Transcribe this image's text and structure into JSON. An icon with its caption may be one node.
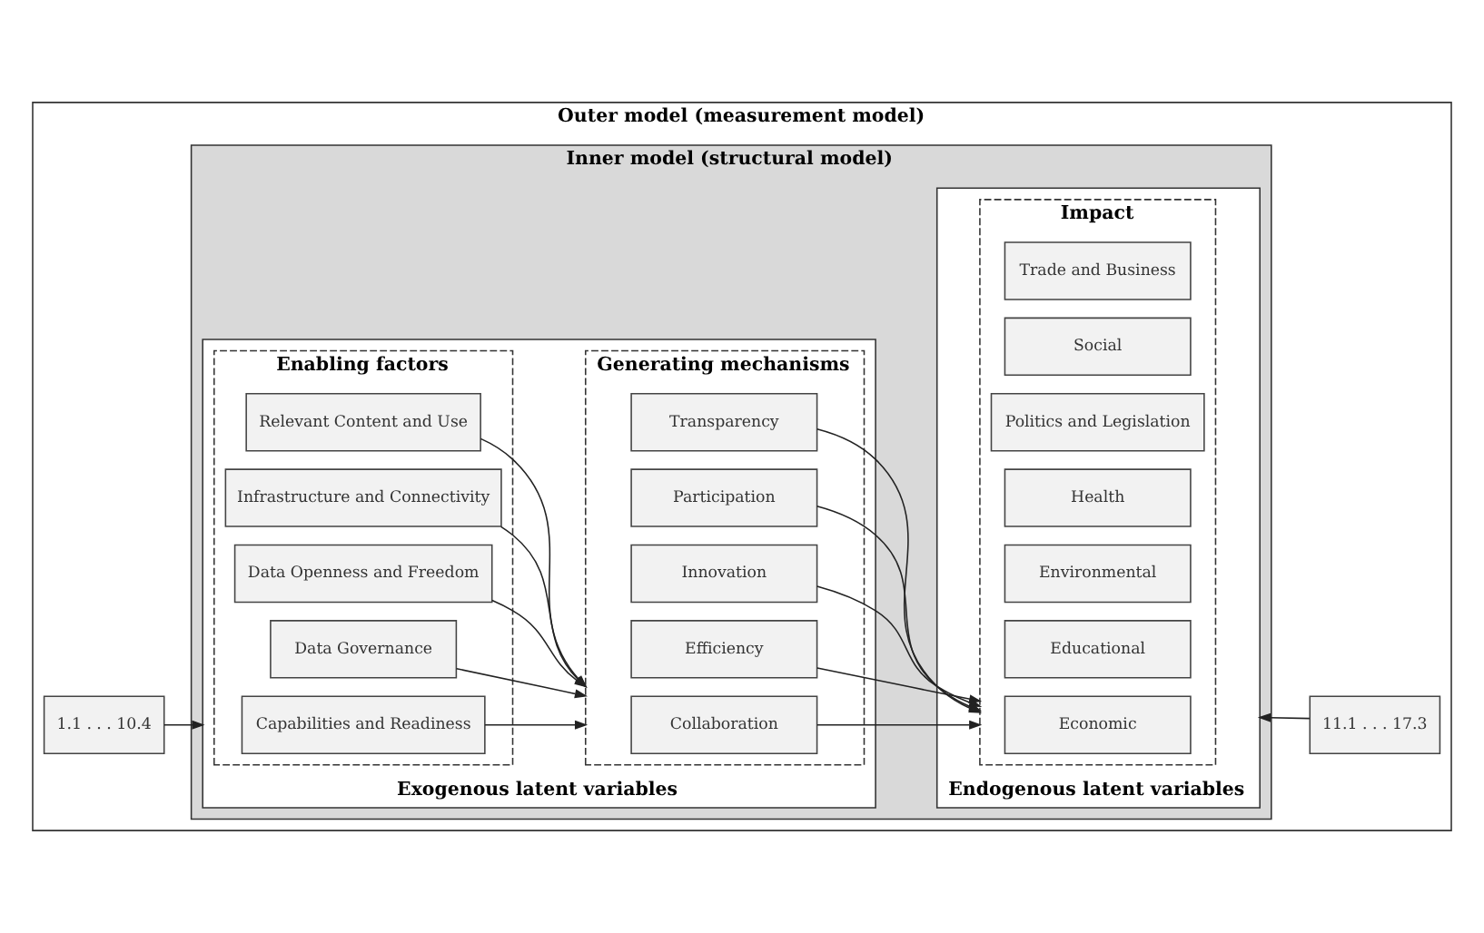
{
  "diagram": {
    "nodes": [
      {
        "text": [
          "Outer model (measurement model)"
        ]
      },
      {
        "text": [
          "Inner model (structural model)"
        ],
        "in": 0
      },
      {
        "text": [
          "Exogenous latent variables"
        ],
        "in": 1
      },
      {
        "text": [
          "Enabling factors"
        ],
        "in": 2
      },
      {
        "text": [
          "Capabilities and Readiness"
        ],
        "in": 3
      },
      {
        "text": [
          "Data Governance"
        ],
        "in": 3
      },
      {
        "text": [
          "Data Openness and Freedom"
        ],
        "in": 3
      },
      {
        "text": [
          "Infrastructure and Connectivity"
        ],
        "in": 3
      },
      {
        "text": [
          "Relevant Content and Use"
        ],
        "in": 3
      },
      {
        "text": [
          "Generating mechanisms"
        ],
        "in": 2
      },
      {
        "text": [
          "Collaboration"
        ],
        "in": 9
      },
      {
        "text": [
          "Efficiency"
        ],
        "in": 9
      },
      {
        "text": [
          "Innovation"
        ],
        "in": 9
      },
      {
        "text": [
          "Participation"
        ],
        "in": 9
      },
      {
        "text": [
          "Transparency"
        ],
        "in": 9
      },
      {
        "text": [
          "Endogenous latent variables"
        ],
        "in": 1
      },
      {
        "text": [
          "Impact"
        ],
        "in": 15
      },
      {
        "text": [
          "Economic"
        ],
        "in": 16
      },
      {
        "text": [
          "Educational"
        ],
        "in": 16
      },
      {
        "text": [
          "Environmental"
        ],
        "in": 16
      },
      {
        "text": [
          "Health"
        ],
        "in": 16
      },
      {
        "text": [
          "Politics and Legislation"
        ],
        "in": 16
      },
      {
        "text": [
          "Social"
        ],
        "in": 16
      },
      {
        "text": [
          "Trade and Business"
        ],
        "in": 16
      },
      {
        "text": [
          "1.1 . . . 10.4"
        ],
        "in": 0
      },
      {
        "text": [
          "11.1 . . . 17.3"
        ],
        "in": 0
      }
    ],
    "edges": [
      {
        "from": 24,
        "to": 2,
        "arrow": "to"
      },
      {
        "from": 4,
        "to": 9,
        "arrow": "to"
      },
      {
        "from": 5,
        "to": 9,
        "arrow": "to"
      },
      {
        "from": 6,
        "to": 9,
        "arrow": "to"
      },
      {
        "from": 7,
        "to": 9,
        "arrow": "to"
      },
      {
        "from": 8,
        "to": 9,
        "arrow": "to"
      },
      {
        "from": 10,
        "to": 16,
        "arrow": "to"
      },
      {
        "from": 11,
        "to": 16,
        "arrow": "to"
      },
      {
        "from": 12,
        "to": 16,
        "arrow": "to"
      },
      {
        "from": 13,
        "to": 16,
        "arrow": "to"
      },
      {
        "from": 14,
        "to": 16,
        "arrow": "to"
      },
      {
        "from": 25,
        "to": 15,
        "arrow": "to"
      }
    ]
  }
}
